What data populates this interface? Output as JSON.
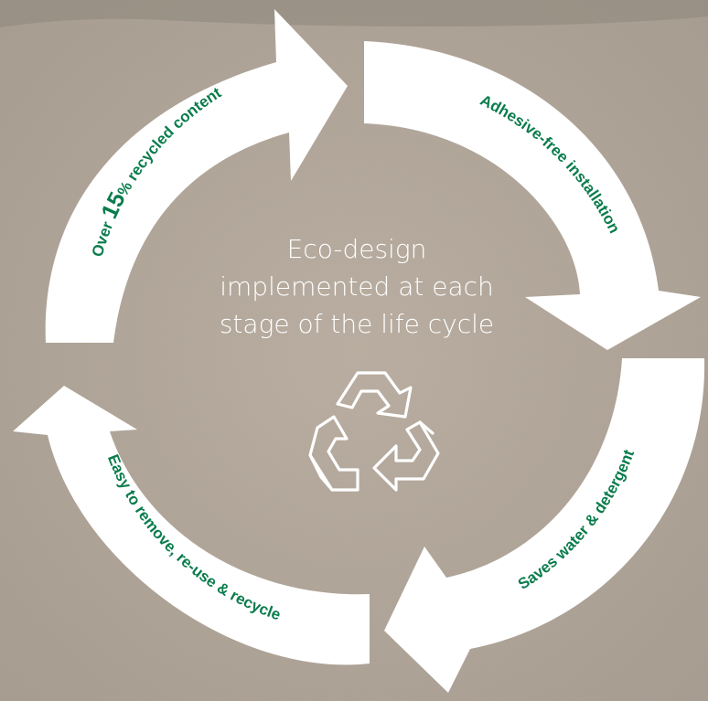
{
  "colors": {
    "background": "#b3a79b",
    "arrow": "#ffffff",
    "label": "#0a7c4c",
    "center_text": "#ffffff"
  },
  "diagram": {
    "center_title_lines": [
      "Eco-design",
      "implemented at each",
      "stage of the life cycle"
    ],
    "center_icon": "recycle-icon",
    "stages": [
      {
        "name": "stage-recycled-content",
        "label_parts": [
          "Over ",
          "15",
          "% recycled content"
        ]
      },
      {
        "name": "stage-adhesive-free",
        "label": "Adhesive-free installation"
      },
      {
        "name": "stage-saves-water",
        "label": "Saves water & detergent"
      },
      {
        "name": "stage-reuse-recycle",
        "label": "Easy to remove, re-use & recycle"
      }
    ]
  }
}
